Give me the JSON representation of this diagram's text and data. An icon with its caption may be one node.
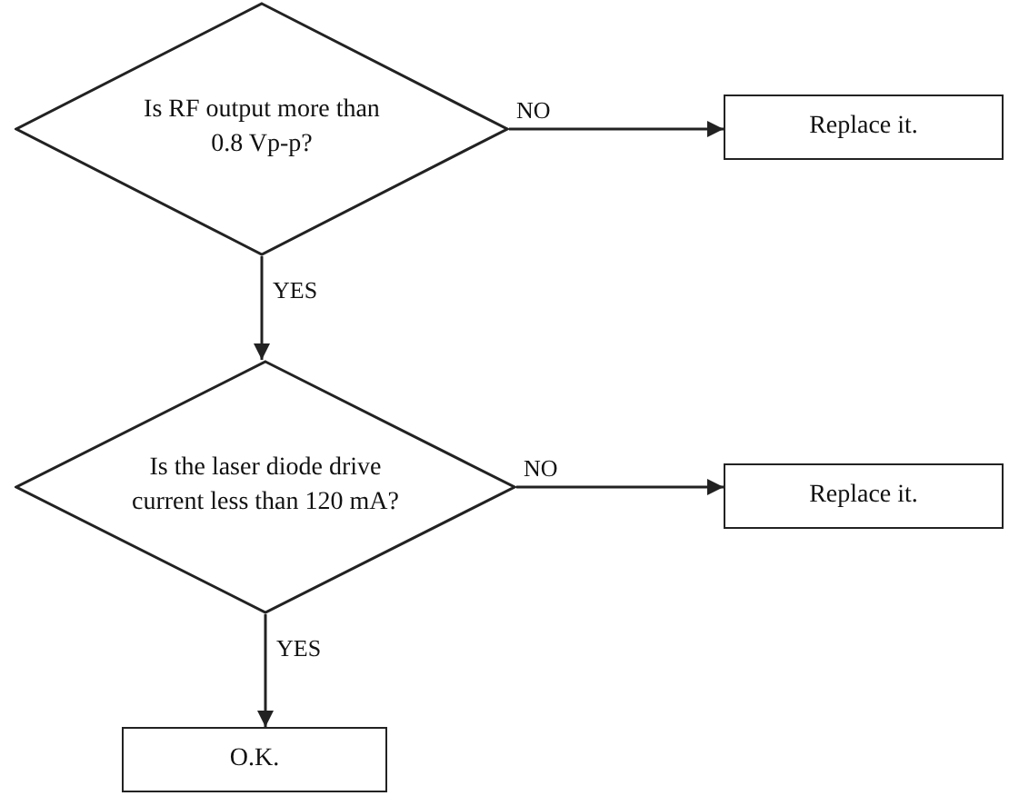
{
  "diagram": {
    "nodes": [
      {
        "text": [
          "Is RF output more than 0.8 Vp-p?"
        ]
      },
      {
        "text": [
          "Replace it."
        ]
      },
      {
        "text": [
          "Is the laser diode drive current less than 120 mA?"
        ]
      },
      {
        "text": [
          "Replace it."
        ]
      },
      {
        "text": [
          "O.K."
        ]
      }
    ],
    "edges": [
      {
        "from": 0,
        "to": 1,
        "arrow": "to",
        "label": "NO"
      },
      {
        "from": 0,
        "to": 2,
        "arrow": "to",
        "label": "YES"
      },
      {
        "from": 2,
        "to": 3,
        "arrow": "to",
        "label": "NO"
      },
      {
        "from": 2,
        "to": 4,
        "arrow": "to",
        "label": "YES"
      }
    ]
  }
}
